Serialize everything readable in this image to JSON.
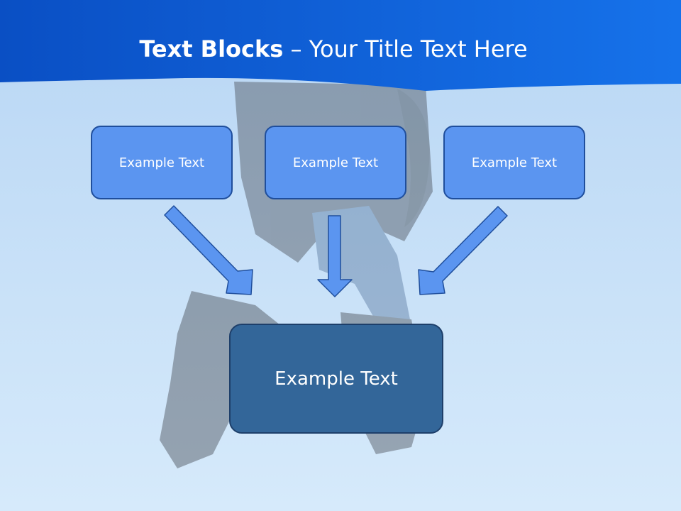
{
  "title": {
    "bold": "Text Blocks",
    "separator": " – ",
    "rest": "Your Title Text Here"
  },
  "blocks": [
    {
      "label": "Example Text"
    },
    {
      "label": "Example Text"
    },
    {
      "label": "Example Text"
    }
  ],
  "target": {
    "label": "Example Text"
  },
  "colors": {
    "header": "#0f5bd6",
    "sky": "#c5dff7",
    "box_fill": "#5b95f0",
    "box_border": "#1f4e9c",
    "target_fill": "#336699",
    "arrow_fill": "#5b95f0"
  }
}
